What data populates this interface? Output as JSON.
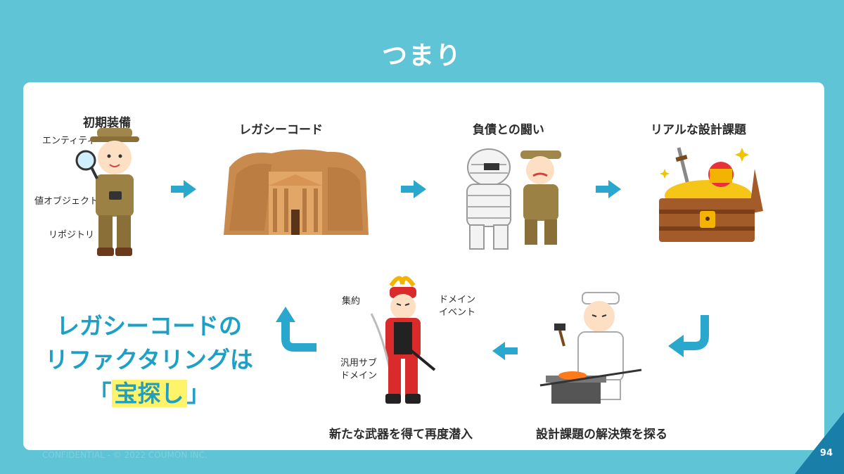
{
  "title": "つまり",
  "steps": {
    "equipment": "初期装備",
    "legacy": "レガシーコード",
    "debt": "負債との闘い",
    "real": "リアルな設計課題",
    "solve": "設計課題の解決策を探る",
    "new_weapon": "新たな武器を得て再度潜入"
  },
  "equipment_items": {
    "entity": "エンティティ",
    "value_object": "値オブジェクト",
    "repository": "リポジトリ"
  },
  "weapon_items": {
    "aggregate": "集約",
    "domain_event_1": "ドメイン",
    "domain_event_2": "イベント",
    "generic_1": "汎用サブ",
    "generic_2": "ドメイン"
  },
  "slogan": {
    "line1": "レガシーコードの",
    "line2": "リファクタリングは",
    "open": "「",
    "highlight": "宝探し",
    "close": "」"
  },
  "footer": "CONFIDENTIAL - © 2022 COUMON INC.",
  "page_number": "94",
  "colors": {
    "background": "#5ec4d6",
    "arrow": "#2aa7cc",
    "slogan": "#1ea0c6",
    "highlight": "#fff36a"
  }
}
